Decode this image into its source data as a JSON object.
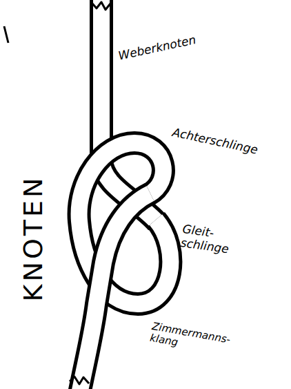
{
  "diagram": {
    "title": "KNOTEN",
    "labels": [
      "Weberknoten",
      "Achterschlinge",
      "Gleit- schlinge",
      "Zimmermanns- klang"
    ]
  }
}
